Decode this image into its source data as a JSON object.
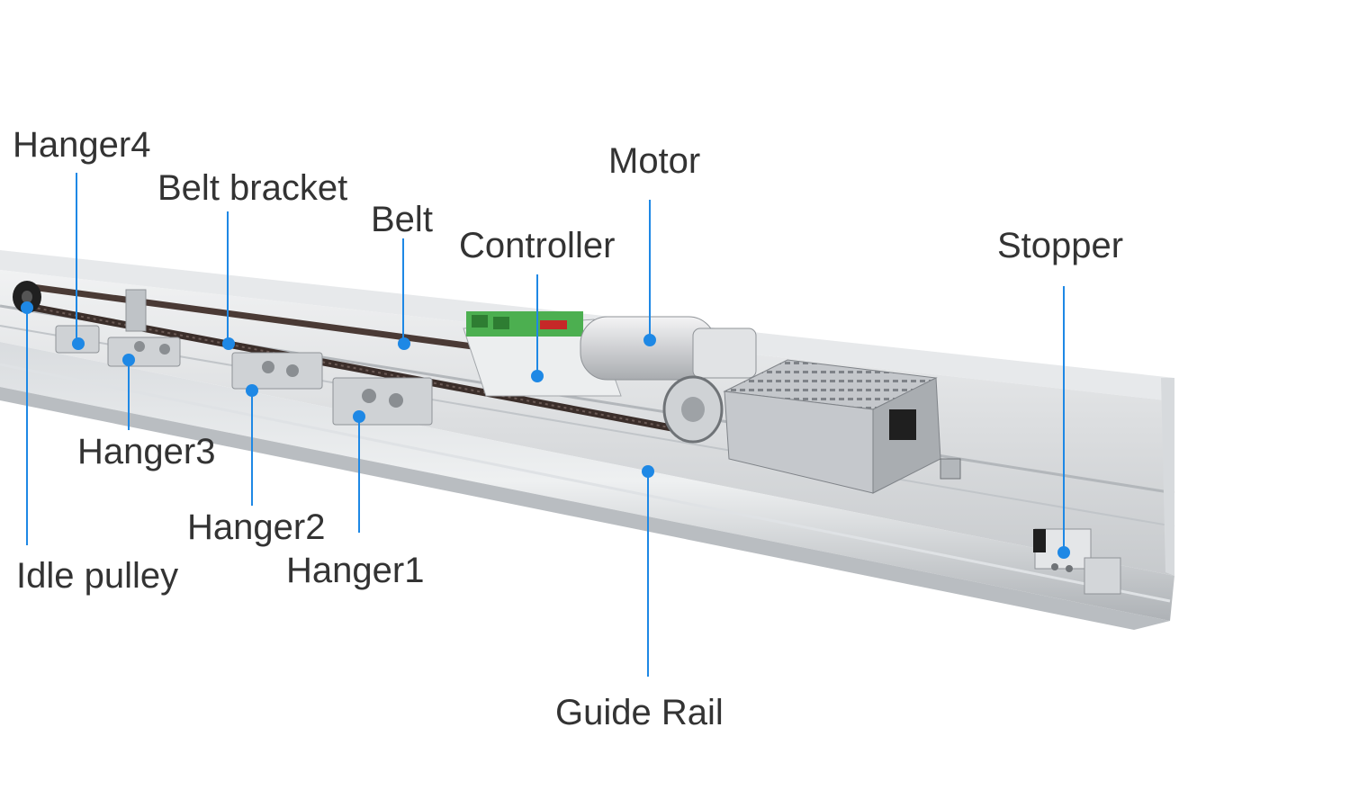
{
  "diagram": {
    "labels": {
      "hanger4": "Hanger4",
      "belt_bracket": "Belt bracket",
      "belt": "Belt",
      "controller": "Controller",
      "motor": "Motor",
      "stopper": "Stopper",
      "hanger3": "Hanger3",
      "hanger2": "Hanger2",
      "hanger1": "Hanger1",
      "idle_pulley": "Idle pulley",
      "guide_rail": "Guide Rail"
    },
    "colors": {
      "leader": "#1e88e5",
      "label_text": "#333333",
      "rail_light": "#e4e6e8",
      "rail_mid": "#c9cccf",
      "rail_dark": "#9ea3a8",
      "belt": "#4a3a35",
      "motor_body": "#d8d9db",
      "psu_box": "#b8bbbf",
      "pcb": "#4caf50"
    }
  }
}
